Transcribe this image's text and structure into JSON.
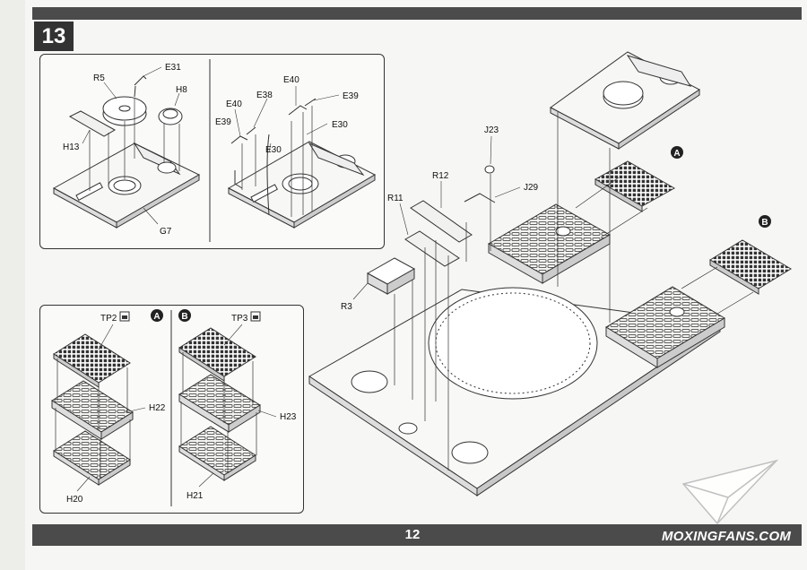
{
  "step": {
    "number": "13"
  },
  "footer": {
    "page_number": "12",
    "watermark": "MOXINGFANS.COM"
  },
  "variant_markers": {
    "a": "A",
    "b": "B"
  },
  "inset_top_left": {
    "labels": [
      "R5",
      "E31",
      "H8",
      "H13",
      "G7"
    ]
  },
  "inset_top_right": {
    "labels": [
      "E40",
      "E38",
      "E40",
      "E39",
      "E39",
      "E30",
      "E30"
    ]
  },
  "inset_bottom_left": {
    "labels": [
      "TP2",
      "H22",
      "H20"
    ]
  },
  "inset_bottom_right": {
    "labels": [
      "TP3",
      "H23",
      "H21"
    ]
  },
  "main_diagram": {
    "labels": [
      "J23",
      "R12",
      "J29",
      "R11",
      "R3"
    ]
  }
}
